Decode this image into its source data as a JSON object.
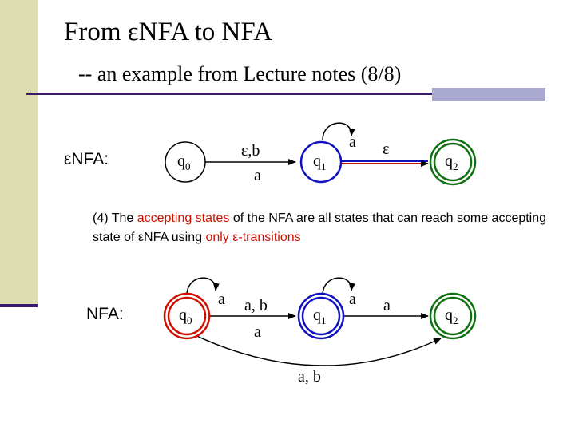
{
  "title": "From εNFA to NFA",
  "subtitle": "-- an example from Lecture notes (8/8)",
  "enfa": {
    "row_label": "εNFA:",
    "states": {
      "q0": "q0",
      "q1": "q1",
      "q2": "q2"
    },
    "edge_q0_q1_top": "ε,b",
    "edge_q0_q1_bottom": "a",
    "loop_q1": "a",
    "edge_q1_q2": "ε"
  },
  "note": {
    "step": "(4) The",
    "accepting_states": "accepting states",
    "mid": "of the NFA are all states that can reach some accepting state of εNFA using",
    "only_eps": "only ε-transitions"
  },
  "nfa": {
    "row_label": "NFA:",
    "states": {
      "q0": "q0",
      "q1": "q1",
      "q2": "q2"
    },
    "loop_q0": "a",
    "edge_q0_q1_top": "a, b",
    "edge_q0_q1_bottom": "a",
    "loop_q1": "a",
    "edge_q1_q2": "a",
    "edge_q0_q2": "a, b"
  },
  "colors": {
    "accent_red": "#cc1100",
    "state_blue": "#1010c0",
    "state_green": "#107010",
    "state_black": "#000000",
    "rule": "#3a1a6b",
    "sidebar": "#dcdcb0"
  }
}
